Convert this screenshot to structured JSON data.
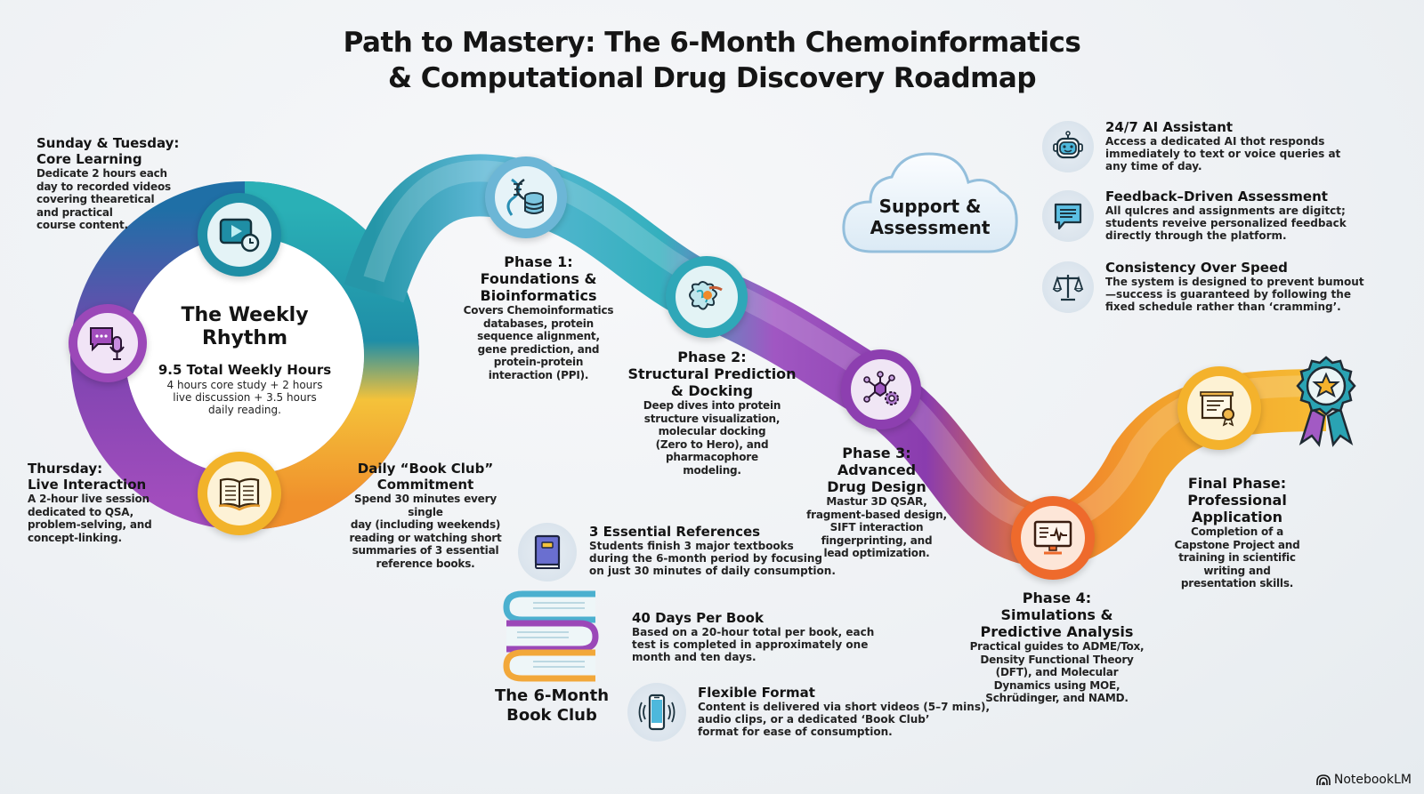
{
  "title": {
    "line1": "Path to Mastery: The 6-Month Chemoinformatics",
    "line2": "& Computational Drug Discovery Roadmap"
  },
  "weekly_rhythm": {
    "heading_line1": "The Weekly",
    "heading_line2": "Rhythm",
    "total": "9.5 Total Weekly Hours",
    "breakdown_line1": "4 hours core study + 2 hours",
    "breakdown_line2": "live discussion + 3.5 hours",
    "breakdown_line3": "daily reading.",
    "nodes": [
      {
        "icon": "video-clock-icon",
        "color": "#1f8ea5"
      },
      {
        "icon": "chat-microphone-icon",
        "color": "#9b48b8"
      },
      {
        "icon": "open-book-icon",
        "color": "#f2b32a"
      }
    ]
  },
  "sunday_tuesday": {
    "heading_line1": "Sunday & Tuesday:",
    "heading_line2": "Core Learning",
    "body": [
      "Dedicate 2 hours each",
      "day to recorded videos",
      "covering thearetical",
      "and practical",
      "course content."
    ]
  },
  "thursday": {
    "heading_line1": "Thursday:",
    "heading_line2": "Live Interaction",
    "body": [
      "A 2-hour live session",
      "dedicated to QSA,",
      "problem-selving, and",
      "concept-linking."
    ]
  },
  "daily_book_club": {
    "heading_line1": "Daily “Book Club”",
    "heading_line2": "Commitment",
    "body": [
      "Spend 30 minutes every single",
      "day (including weekends)",
      "reading or watching short",
      "summaries of 3 essential",
      "reference books."
    ]
  },
  "phases": [
    {
      "heading": [
        "Phase 1:",
        "Foundations &",
        "Bioinformatics"
      ],
      "body": [
        "Covers Chemoinformatics",
        "databases, protein",
        "sequence alignment,",
        "gene prediction, and",
        "protein-protein",
        "interaction (PPI)."
      ],
      "icon": "dna-database-icon",
      "color": "#4fa8c9"
    },
    {
      "heading": [
        "Phase 2:",
        "Structural Prediction",
        "& Docking"
      ],
      "body": [
        "Deep dives into protein",
        "structure visualization,",
        "molecular docking",
        "(Zero to Hero), and",
        "pharmacophore",
        "modeling."
      ],
      "icon": "protein-structure-icon",
      "color": "#2aa3b3"
    },
    {
      "heading": [
        "Phase 3:",
        "Advanced",
        "Drug Design"
      ],
      "body": [
        "Mastur 3D QSAR,",
        "fragment-based design,",
        "SIFT interaction",
        "fingerprinting, and",
        "lead optimization."
      ],
      "icon": "molecule-gear-icon",
      "color": "#8d3fb0"
    },
    {
      "heading": [
        "Phase 4:",
        "Simulations &",
        "Predictive Analysis"
      ],
      "body": [
        "Practical guides to ADME/Tox,",
        "Density Functional Theory",
        "(DFT), and Molecular",
        "Dynamics using MOE,",
        "Schrüdinger, and NAMD."
      ],
      "icon": "monitor-waveform-icon",
      "color": "#ee6a2c"
    },
    {
      "heading": [
        "Final Phase:",
        "Professional",
        "Application"
      ],
      "body": [
        "Completion of a",
        "Capstone Project and",
        "training in scientific",
        "writing and",
        "presentation skills."
      ],
      "icon": "certificate-icon",
      "color": "#f4b22c"
    }
  ],
  "award_icon": "award-ribbon-icon",
  "support": {
    "cloud_line1": "Support &",
    "cloud_line2": "Assessment",
    "items": [
      {
        "title": "24/7 AI Assistant",
        "body": [
          "Access a dedicated AI thot responds",
          "immediately to text or voice queries at",
          "any time of day."
        ],
        "icon": "robot-icon"
      },
      {
        "title": "Feedback–Driven Assessment",
        "body": [
          "All qulcres and assignments are digitct;",
          "students reveive personalized feedback",
          "directly through the platform."
        ],
        "icon": "chat-bubble-icon"
      },
      {
        "title": "Consistency Over Speed",
        "body": [
          "The system is designed to prevent bumout",
          "—success is guaranteed by following the",
          "fixed schedule rather than ‘cramming’."
        ],
        "icon": "balance-scale-icon"
      }
    ]
  },
  "book_club": {
    "heading_line1": "The 6-Month",
    "heading_line2": "Book Club",
    "items": [
      {
        "title": "3 Essential References",
        "body": [
          "Students finish 3 major textbooks",
          "during the 6-month period by focusing",
          "on just 30 minutes of daily consumption."
        ],
        "icon": "book-icon"
      },
      {
        "title": "40 Days Per Book",
        "body": [
          "Based on a 20-hour total per book, each",
          "test is completed in approximately one",
          "month and ten days."
        ]
      },
      {
        "title": "Flexible Format",
        "body": [
          "Content is delivered via short videos (5–7 mins),",
          "audio clips, or a dedicated ‘Book Club’",
          "format for ease of consumption."
        ],
        "icon": "smartphone-audio-icon"
      }
    ]
  },
  "branding": {
    "logo_text": "NotebookLM"
  }
}
